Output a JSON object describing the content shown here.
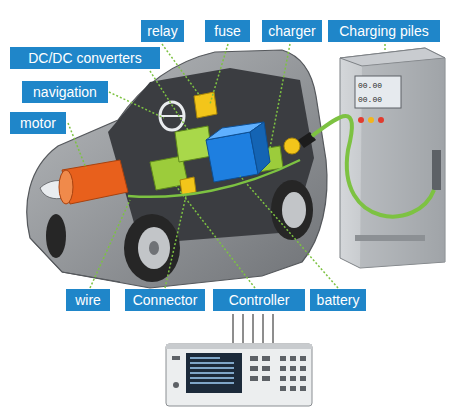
{
  "diagram": {
    "nodes": [
      {
        "text": [
          "relay"
        ]
      },
      {
        "text": [
          "fuse"
        ]
      },
      {
        "text": [
          "charger"
        ]
      },
      {
        "text": [
          "Charging piles"
        ]
      },
      {
        "text": [
          "DC/DC converters"
        ]
      },
      {
        "text": [
          "navigation"
        ]
      },
      {
        "text": [
          "motor"
        ]
      },
      {
        "text": [
          "wire"
        ]
      },
      {
        "text": [
          "Connector"
        ]
      },
      {
        "text": [
          "Controller"
        ]
      },
      {
        "text": [
          "battery"
        ]
      }
    ],
    "labels": [
      "00.00",
      "00.00"
    ]
  }
}
